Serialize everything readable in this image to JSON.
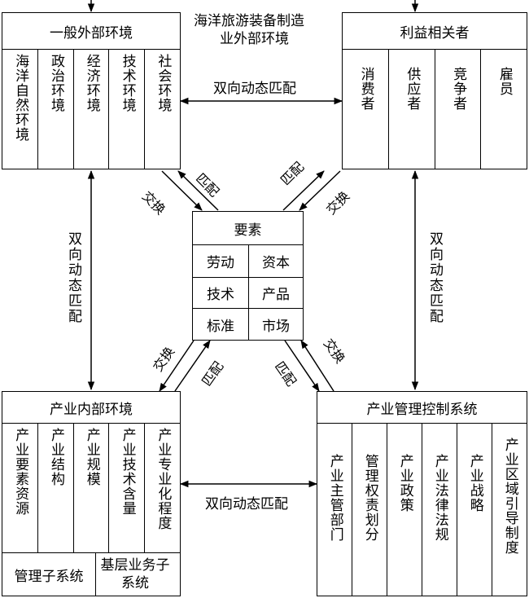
{
  "top_title": [
    "海洋旅游装备制造",
    "业外部环境"
  ],
  "general_env": {
    "title": "一般外部环境",
    "items": [
      "海洋自然环境",
      "政治环境",
      "经济环境",
      "技术环境",
      "社会环境"
    ]
  },
  "stakeholders": {
    "title": "利益相关者",
    "items": [
      "消费者",
      "供应者",
      "竞争者",
      "雇员"
    ]
  },
  "elements": {
    "title": "要素",
    "cells": [
      "劳动",
      "资本",
      "技术",
      "产品",
      "标准",
      "市场"
    ]
  },
  "internal_env": {
    "title": "产业内部环境",
    "items": [
      "产业要素资源",
      "产业结构",
      "产业规模",
      "产业技术含量",
      "产业专业化程度"
    ],
    "subsystems": [
      "管理子系统",
      "基层业务子系统"
    ]
  },
  "control_system": {
    "title": "产业管理控制系统",
    "items": [
      "产业主管部门",
      "管理权责划分",
      "产业政策",
      "产业法律法规",
      "产业战略",
      "产业区域引导制度"
    ]
  },
  "relations": {
    "dual_match": "双向动态匹配",
    "exchange": "交换",
    "match": "匹配"
  }
}
